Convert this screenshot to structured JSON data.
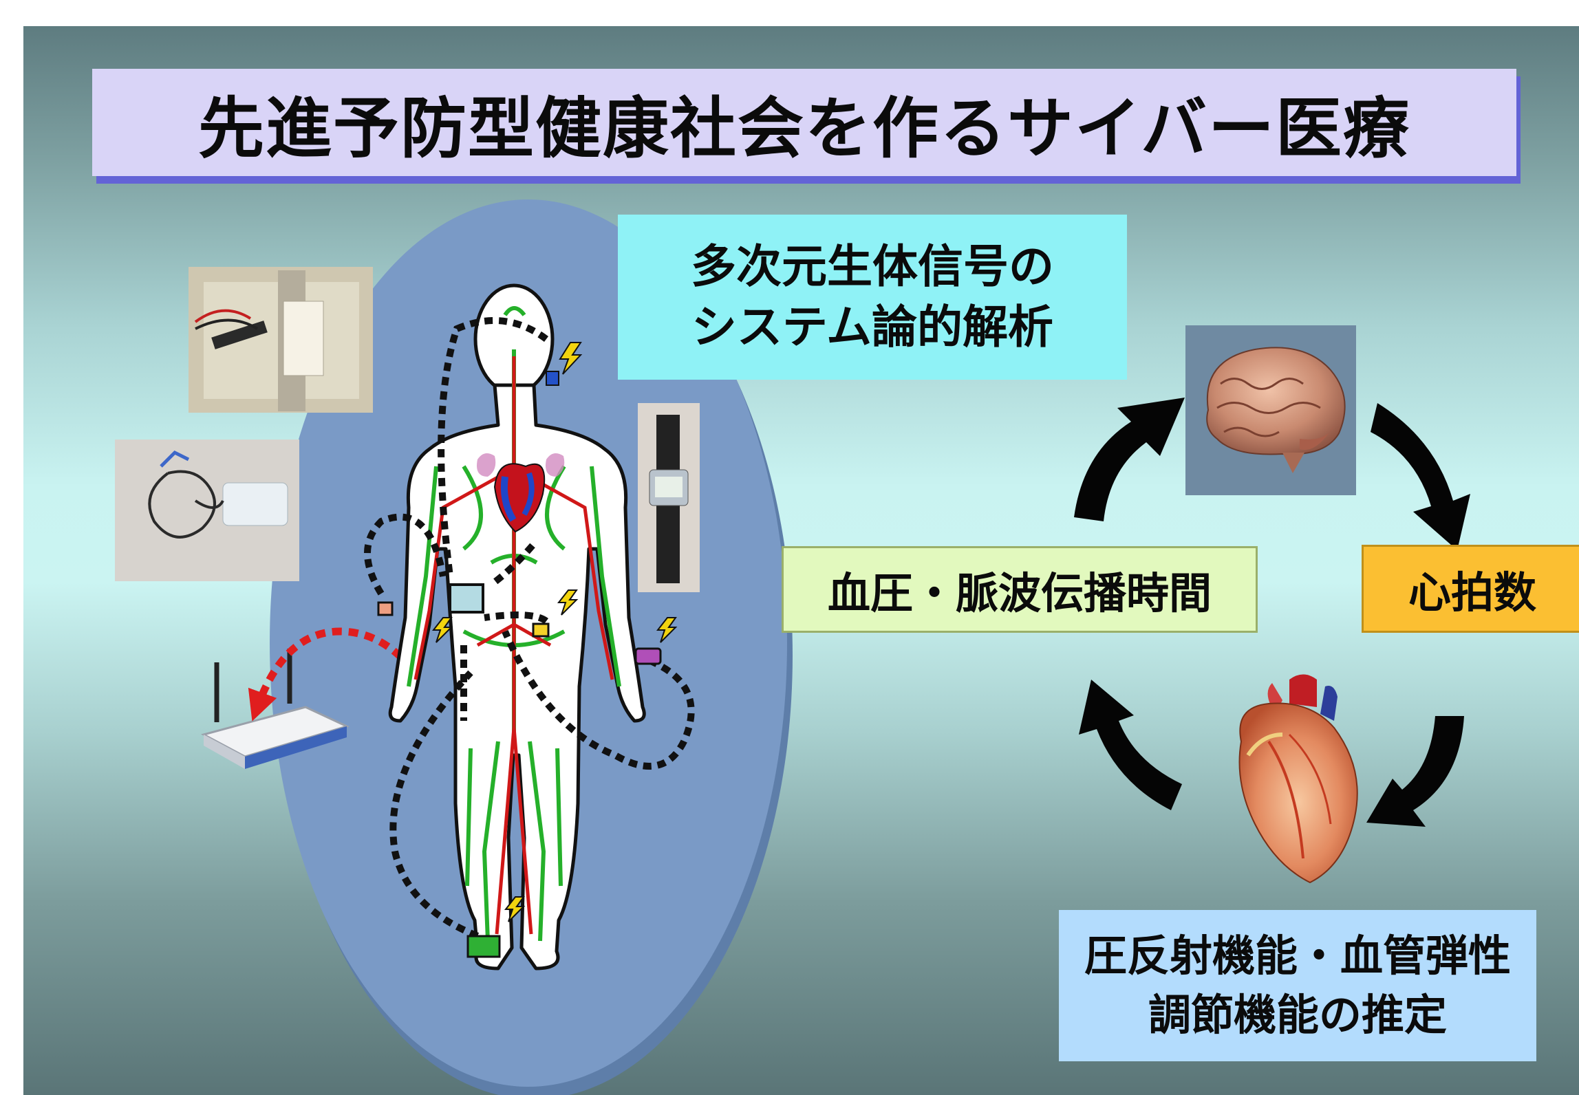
{
  "title": "先進予防型健康社会を作るサイバー医療",
  "analysis_label": {
    "line1": "多次元生体信号の",
    "line2": "システム論的解析"
  },
  "cycle": {
    "left_label": "血圧・脈波伝播時間",
    "right_label": "心拍数",
    "top_image": "brain",
    "bottom_image": "heart"
  },
  "estimation_label": {
    "line1": "圧反射機能・血管弾性",
    "line2": "調節機能の推定"
  },
  "icons": [
    "brain-image",
    "heart-image",
    "human-body-figure",
    "wireless-router",
    "sensor-device-photo",
    "wristwatch-sensor",
    "lightning-icon"
  ],
  "colors": {
    "title_box": "#d9d4f7",
    "title_shadow": "#6363d6",
    "analysis_box": "#8ff2f6",
    "bp_box": "#e2f9be",
    "hr_box": "#fbbf32",
    "estimation_box": "#b3dcfd",
    "oval": "#7a9ac6"
  }
}
